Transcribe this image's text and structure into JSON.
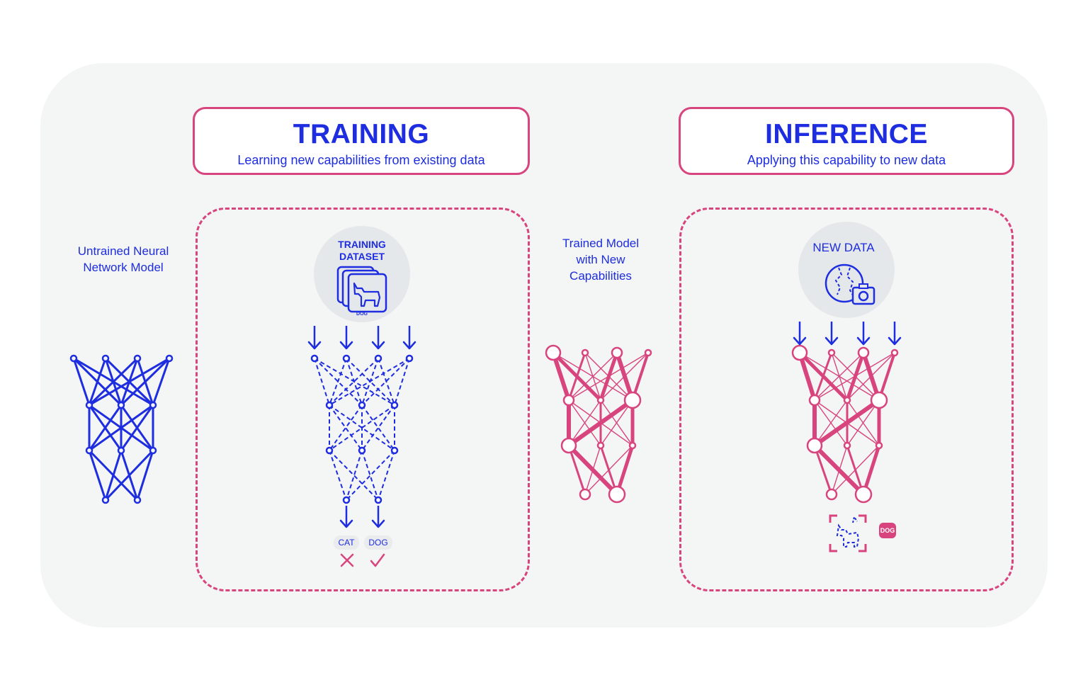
{
  "training": {
    "title": "TRAINING",
    "subtitle": "Learning new capabilities from existing data",
    "dataset_label": "TRAINING\nDATASET",
    "dataset_card_label": "DOG",
    "outputs": [
      "CAT",
      "DOG"
    ],
    "output_marks": [
      "cross-icon",
      "check-icon"
    ]
  },
  "inference": {
    "title": "INFERENCE",
    "subtitle": "Applying this capability to new data",
    "new_data_label": "NEW DATA",
    "result_badge": "DOG"
  },
  "labels": {
    "untrained": "Untrained Neural\nNetwork Model",
    "trained": "Trained Model\nwith New\nCapabilities"
  },
  "colors": {
    "blue": "#1d2ddf",
    "pink": "#d8457e",
    "panel": "#f4f5f5",
    "circle": "#e5e8ea"
  }
}
